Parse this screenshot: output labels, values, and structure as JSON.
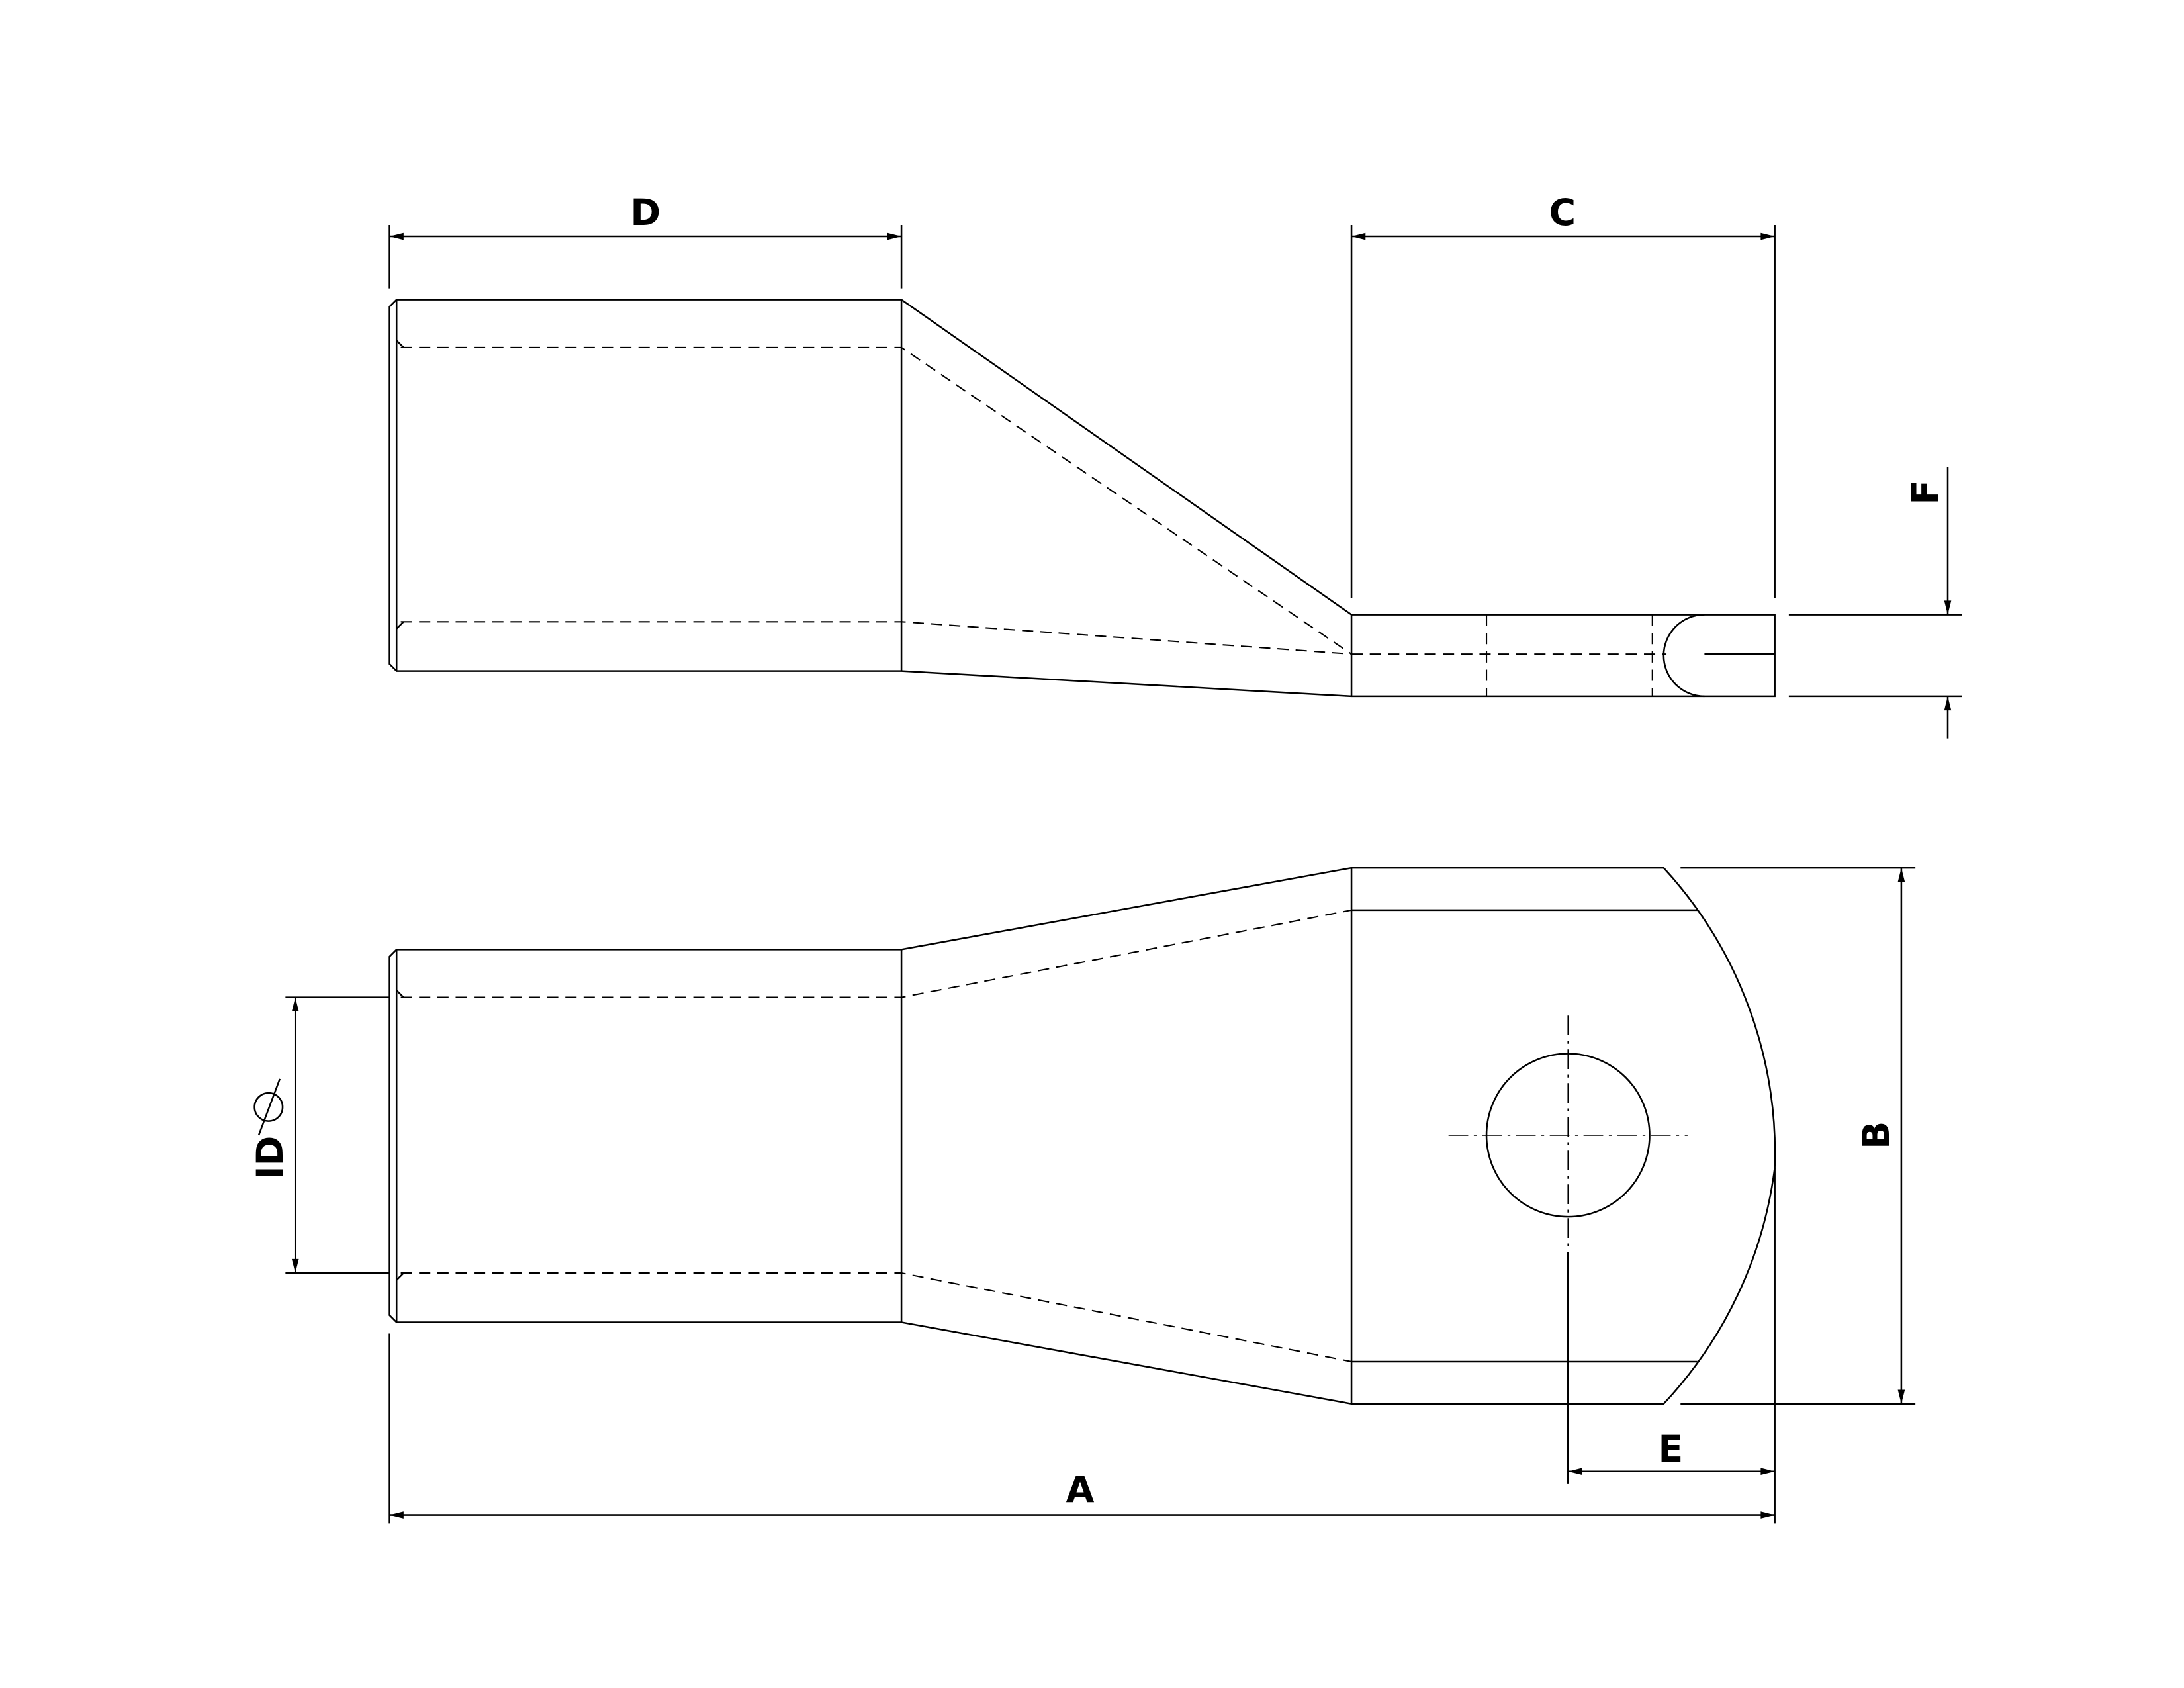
{
  "drawing": {
    "labels": {
      "A": "A",
      "B": "B",
      "C": "C",
      "D": "D",
      "E": "E",
      "F": "F",
      "ID": "ID"
    },
    "diameter_symbol": "diameter-symbol"
  }
}
